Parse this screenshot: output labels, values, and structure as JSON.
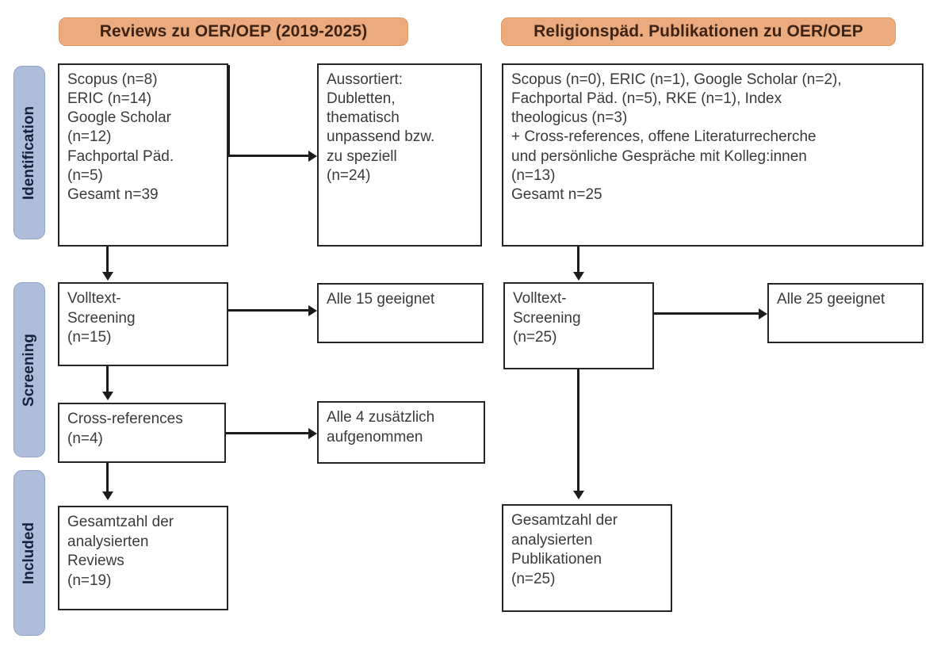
{
  "headers": {
    "left": "Reviews zu OER/OEP (2019-2025)",
    "right": "Religionspäd. Publikationen zu OER/OEP"
  },
  "phases": [
    {
      "label": "Identification"
    },
    {
      "label": "Screening"
    },
    {
      "label": "Included"
    }
  ],
  "left_column": {
    "identification": {
      "lines": [
        "Scopus (n=8)",
        "ERIC (n=14)",
        "Google Scholar",
        "(n=12)",
        "Fachportal Päd.",
        "(n=5)",
        "Gesamt n=39"
      ]
    },
    "excluded": {
      "lines": [
        "Aussortiert:",
        "Dubletten,",
        "thematisch",
        "unpassend bzw.",
        "zu speziell",
        "(n=24)"
      ]
    },
    "screening": {
      "lines": [
        "Volltext-",
        "Screening",
        "(n=15)"
      ]
    },
    "screening_result": {
      "lines": [
        "Alle 15 geeignet"
      ]
    },
    "crossrefs": {
      "lines": [
        "Cross-references",
        "(n=4)"
      ]
    },
    "crossrefs_result": {
      "lines": [
        "Alle 4 zusätzlich",
        "aufgenommen"
      ]
    },
    "included": {
      "lines": [
        "Gesamtzahl der",
        "analysierten",
        "Reviews",
        "(n=19)"
      ]
    }
  },
  "right_column": {
    "identification": {
      "lines": [
        "Scopus (n=0), ERIC (n=1), Google Scholar (n=2),",
        "Fachportal Päd. (n=5), RKE (n=1), Index",
        "theologicus (n=3)",
        "+ Cross-references, offene Literaturrecherche",
        "und persönliche Gespräche mit Kolleg:innen",
        "(n=13)",
        "Gesamt n=25"
      ]
    },
    "screening": {
      "lines": [
        "Volltext-",
        "Screening",
        "(n=25)"
      ]
    },
    "screening_result": {
      "lines": [
        "Alle 25 geeignet"
      ]
    },
    "included": {
      "lines": [
        "Gesamtzahl der",
        "analysierten",
        "Publikationen",
        "(n=25)"
      ]
    }
  },
  "colors": {
    "header_fill": "#ecab7e",
    "phase_fill": "#aebeda",
    "box_border": "#262626",
    "text": "#3a3a3a",
    "background": "#ffffff"
  },
  "chart_data": {
    "type": "diagram",
    "title": "PRISMA flow diagram",
    "columns": [
      {
        "name": "Reviews zu OER/OEP (2019-2025)",
        "stages": [
          {
            "phase": "Identification",
            "records_identified": 39,
            "sources": [
              {
                "name": "Scopus",
                "n": 8
              },
              {
                "name": "ERIC",
                "n": 14
              },
              {
                "name": "Google Scholar",
                "n": 12
              },
              {
                "name": "Fachportal Päd.",
                "n": 5
              }
            ],
            "excluded": 24
          },
          {
            "phase": "Screening",
            "fulltext_screened": 15,
            "eligible": 15,
            "cross_references": 4,
            "cross_references_added": 4
          },
          {
            "phase": "Included",
            "total": 19
          }
        ]
      },
      {
        "name": "Religionspäd. Publikationen zu OER/OEP",
        "stages": [
          {
            "phase": "Identification",
            "records_identified": 25,
            "sources": [
              {
                "name": "Scopus",
                "n": 0
              },
              {
                "name": "ERIC",
                "n": 1
              },
              {
                "name": "Google Scholar",
                "n": 2
              },
              {
                "name": "Fachportal Päd.",
                "n": 5
              },
              {
                "name": "RKE",
                "n": 1
              },
              {
                "name": "Index theologicus",
                "n": 3
              },
              {
                "name": "Cross-references, offene Literaturrecherche und persönliche Gespräche mit Kolleg:innen",
                "n": 13
              }
            ]
          },
          {
            "phase": "Screening",
            "fulltext_screened": 25,
            "eligible": 25
          },
          {
            "phase": "Included",
            "total": 25
          }
        ]
      }
    ]
  }
}
